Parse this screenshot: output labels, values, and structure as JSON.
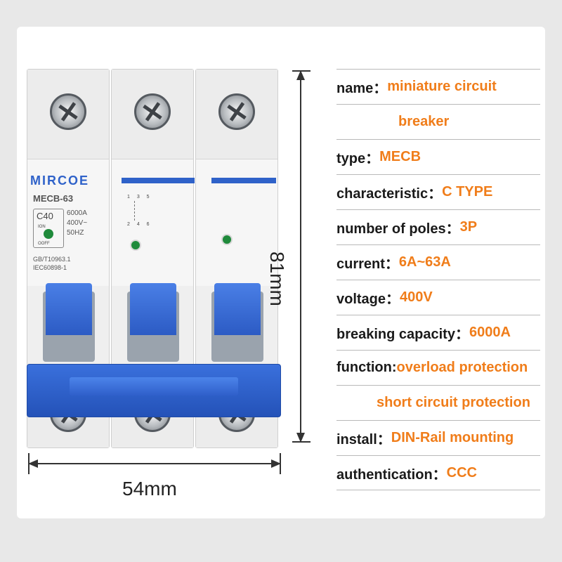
{
  "product": {
    "brand": "MIRCOE",
    "model": "MECB-63",
    "rating_code": "C40",
    "on_label": "ION",
    "off_label": "OOFF",
    "spec_lines": [
      "6000A",
      "400V~",
      "50HZ"
    ],
    "standards": [
      "GB/T10963.1",
      "IEC60898-1"
    ],
    "schematic_top": "1 3 5",
    "schematic_bottom": "2 4 6"
  },
  "dimensions": {
    "height": "81mm",
    "width": "54mm"
  },
  "specs": [
    {
      "key": "name：",
      "value": "miniature circuit"
    },
    {
      "key": "",
      "value": "breaker"
    },
    {
      "key": "type：",
      "value": "MECB"
    },
    {
      "key": "characteristic：",
      "value": "C TYPE"
    },
    {
      "key": "number of poles：",
      "value": "3P"
    },
    {
      "key": "current：",
      "value": "6A~63A"
    },
    {
      "key": "voltage：",
      "value": "400V"
    },
    {
      "key": "breaking capacity：",
      "value": "6000A"
    },
    {
      "key": "function: ",
      "value": "overload protection"
    },
    {
      "key": "",
      "value": "short circuit protection"
    },
    {
      "key": "install：",
      "value": "DIN-Rail mounting"
    },
    {
      "key": "authentication：",
      "value": "CCC"
    }
  ],
  "colors": {
    "accent": "#f07d1a",
    "brand_blue": "#2f62c9"
  }
}
